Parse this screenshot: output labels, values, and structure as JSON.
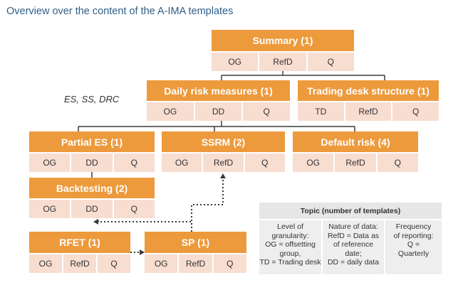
{
  "title": "Overview over the content of the A-IMA templates",
  "note": "ES, SS, DRC",
  "colors": {
    "header": "#ed9a3c",
    "cell": "#f8ddd1",
    "title": "#2e5f87"
  },
  "boxes": {
    "summary": {
      "label": "Summary (1)",
      "cells": [
        "OG",
        "RefD",
        "Q"
      ]
    },
    "daily": {
      "label": "Daily risk measures (1)",
      "cells": [
        "OG",
        "DD",
        "Q"
      ]
    },
    "trading": {
      "label": "Trading desk structure (1)",
      "cells": [
        "TD",
        "RefD",
        "Q"
      ]
    },
    "partial_es": {
      "label": "Partial ES (1)",
      "cells": [
        "OG",
        "DD",
        "Q"
      ]
    },
    "ssrm": {
      "label": "SSRM (2)",
      "cells": [
        "OG",
        "RefD",
        "Q"
      ]
    },
    "default_risk": {
      "label": "Default risk (4)",
      "cells": [
        "OG",
        "RefD",
        "Q"
      ]
    },
    "backtesting": {
      "label": "Backtesting (2)",
      "cells": [
        "OG",
        "DD",
        "Q"
      ]
    },
    "rfet": {
      "label": "RFET (1)",
      "cells": [
        "OG",
        "RefD",
        "Q"
      ]
    },
    "sp": {
      "label": "SP (1)",
      "cells": [
        "OG",
        "RefD",
        "Q"
      ]
    }
  },
  "legend": {
    "title": "Topic (number of templates)",
    "granularity": "Level of\ngranularity:\nOG = offsetting\ngroup,\nTD = Trading desk",
    "nature": "Nature of data:\nRefD = Data as\nof reference\ndate;\nDD = daily data",
    "frequency": "Frequency\nof reporting:\nQ =\nQuarterly"
  }
}
